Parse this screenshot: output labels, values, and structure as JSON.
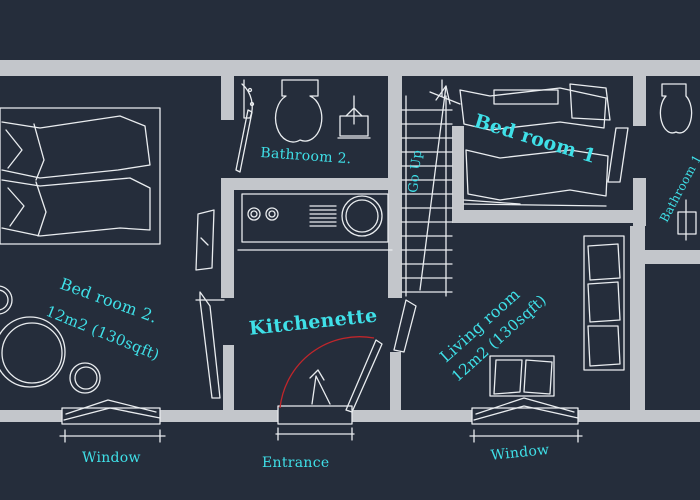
{
  "colors": {
    "background": "#252d3b",
    "wall": "#c3c6cb",
    "sketch": "#e9ecef",
    "label": "#3fe0e8",
    "door_swing": "#c0262b"
  },
  "labels": {
    "bathroom2": "Bathroom 2.",
    "bedroom1": "Bed room 1",
    "bathroom1": "Bathroom 1",
    "go_up": "Go Up",
    "bedroom2_name": "Bed room 2.",
    "bedroom2_area": "12m2 (130sqft)",
    "kitchenette": "Kitchenette",
    "living_name": "Living room",
    "living_area": "12m2 (130sqft)",
    "window_left": "Window",
    "entrance": "Entrance",
    "window_right": "Window"
  }
}
